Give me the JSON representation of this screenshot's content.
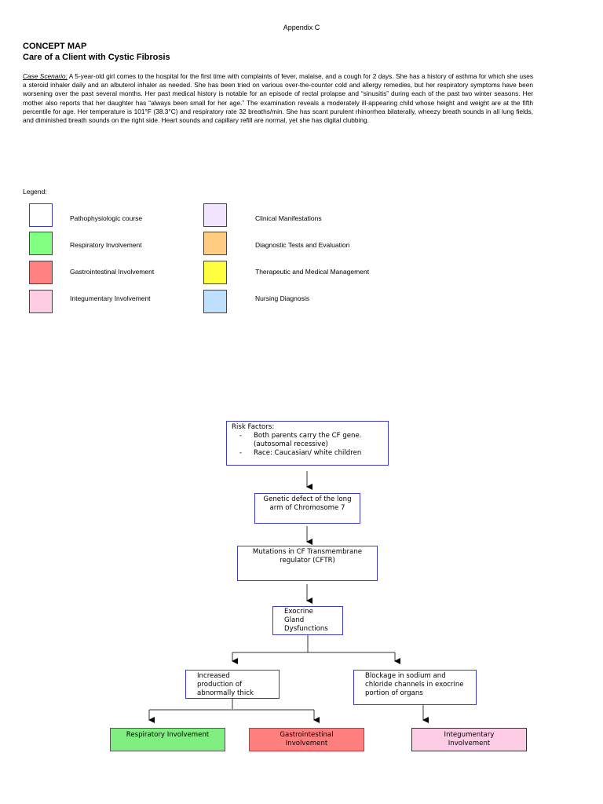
{
  "header": {
    "appendix": "Appendix C",
    "title": "CONCEPT MAP",
    "subtitle": "Care of a Client with Cystic Fibrosis"
  },
  "scenario": {
    "label": "Case Scenario:",
    "text": " A 5-year-old girl comes to the hospital for the first time with complaints of fever, malaise, and a cough for 2 days. She has a history of asthma for which she uses a steroid inhaler daily and an albuterol inhaler as needed. She has been tried on various over-the-counter cold and allergy remedies, but her respiratory symptoms have been worsening over the past several months. Her past medical history is notable for an episode of rectal prolapse and “sinusitis” during each of the past two winter seasons. Her mother also reports that her daughter has “always been small for her age.” The examination reveals a moderately ill-appearing child whose height and weight are at the fifth percentile for age. Her temperature is 101°F (38.3°C) and respiratory rate 32 breaths/min. She has scant purulent rhinorrhea bilaterally, wheezy breath sounds in all lung fields, and diminished breath sounds on the right side. Heart sounds and capillary refill are normal, yet she has digital clubbing."
  },
  "legend": {
    "title": "Legend:",
    "items": [
      {
        "label": "Pathophysiologic course",
        "color": "#ffffff"
      },
      {
        "label": "Respiratory Involvement",
        "color": "#80ff80"
      },
      {
        "label": "Gastrointestinal Involvement",
        "color": "#ff8080"
      },
      {
        "label": "Integumentary Involvement",
        "color": "#ffcce6"
      },
      {
        "label": "Clinical Manifestations",
        "color": "#f2e6ff"
      },
      {
        "label": "Diagnostic Tests and Evaluation",
        "color": "#ffcc80"
      },
      {
        "label": "Therapeutic and Medical Management",
        "color": "#ffff40"
      },
      {
        "label": "Nursing Diagnosis",
        "color": "#bfdfff"
      }
    ]
  },
  "map": {
    "risk": {
      "title": "Risk Factors:",
      "items": [
        "Both parents carry the CF gene. (autosomal recessive)",
        "Race: Caucasian/ white children"
      ]
    },
    "genetic": "Genetic defect of the long arm of Chromosome 7",
    "mutations": "Mutations in CF Transmembrane regulator (CFTR)",
    "exocrine": "Exocrine Gland Dysfunctions",
    "increased": "Increased production of abnormally thick",
    "blockage": "Blockage in sodium and chloride channels in exocrine portion of organs",
    "respiratory": "Respiratory Involvement",
    "gi": "Gastrointestinal Involvement",
    "integumentary": "Integumentary Involvement"
  }
}
